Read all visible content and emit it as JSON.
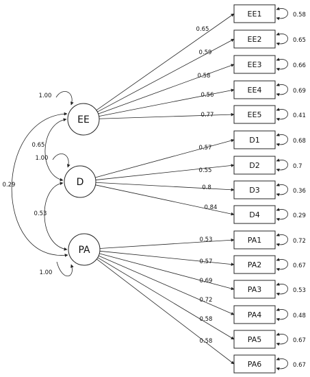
{
  "latents": [
    {
      "id": "EE",
      "label": "EE",
      "variance": "1.00"
    },
    {
      "id": "D",
      "label": "D",
      "variance": "1.00"
    },
    {
      "id": "PA",
      "label": "PA",
      "variance": "1.00"
    }
  ],
  "covariances": [
    {
      "from": "EE",
      "to": "D",
      "value": "0.65"
    },
    {
      "from": "D",
      "to": "PA",
      "value": "0.53"
    },
    {
      "from": "EE",
      "to": "PA",
      "value": "0.29"
    }
  ],
  "indicators": [
    {
      "label": "EE1",
      "factor": "EE",
      "loading": "0.65",
      "residual": "0.58"
    },
    {
      "label": "EE2",
      "factor": "EE",
      "loading": "0.59",
      "residual": "0.65"
    },
    {
      "label": "EE3",
      "factor": "EE",
      "loading": "0.58",
      "residual": "0.66"
    },
    {
      "label": "EE4",
      "factor": "EE",
      "loading": "0.56",
      "residual": "0.69"
    },
    {
      "label": "EE5",
      "factor": "EE",
      "loading": "0.77",
      "residual": "0.41"
    },
    {
      "label": "D1",
      "factor": "D",
      "loading": "0.57",
      "residual": "0.68"
    },
    {
      "label": "D2",
      "factor": "D",
      "loading": "0.55",
      "residual": "0.7"
    },
    {
      "label": "D3",
      "factor": "D",
      "loading": "0.8",
      "residual": "0.36"
    },
    {
      "label": "D4",
      "factor": "D",
      "loading": "0.84",
      "residual": "0.29"
    },
    {
      "label": "PA1",
      "factor": "PA",
      "loading": "0.53",
      "residual": "0.72"
    },
    {
      "label": "PA2",
      "factor": "PA",
      "loading": "0.57",
      "residual": "0.67"
    },
    {
      "label": "PA3",
      "factor": "PA",
      "loading": "0.69",
      "residual": "0.53"
    },
    {
      "label": "PA4",
      "factor": "PA",
      "loading": "0.72",
      "residual": "0.48"
    },
    {
      "label": "PA5",
      "factor": "PA",
      "loading": "0.58",
      "residual": "0.67"
    },
    {
      "label": "PA6",
      "factor": "PA",
      "loading": "0.58",
      "residual": "0.67"
    }
  ]
}
